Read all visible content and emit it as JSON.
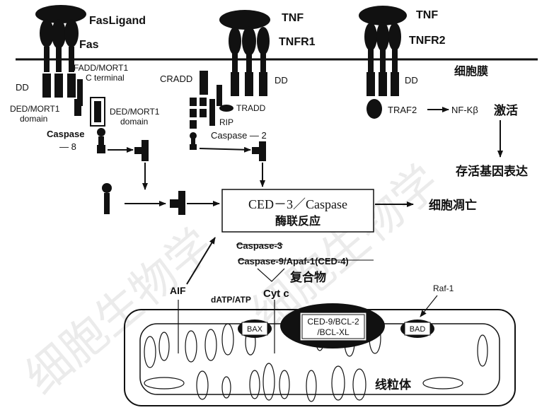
{
  "receptors": {
    "fas_ligand": "FasLigand",
    "fas": "Fas",
    "tnf_1": "TNF",
    "tnfr1": "TNFR1",
    "tnf_2": "TNF",
    "tnfr2": "TNFR2",
    "membrane": "细胞膜"
  },
  "fas_branch": {
    "dd": "DD",
    "fadd_line1": "FADD/MORT1",
    "fadd_line2": "C terminal",
    "ded_left_line1": "DED/MORT1",
    "ded_left_line2": "domain",
    "ded_mid_line1": "DED/MORT1",
    "ded_mid_line2": "domain",
    "caspase8_line1": "Caspase",
    "caspase8_line2": "— 8"
  },
  "tnfr1_branch": {
    "cradd": "CRADD",
    "dd": "DD",
    "tradd": "TRADD",
    "rip": "RIP",
    "caspase2": "Caspase — 2"
  },
  "tnfr2_branch": {
    "dd": "DD",
    "traf2": "TRAF2",
    "nfkb": "NF-Kβ",
    "activation": "激活",
    "survival": "存活基因表达"
  },
  "cascade": {
    "box_line1": "CED－3／Caspase",
    "box_line2": "酶联反应",
    "apoptosis": "细胞凋亡",
    "caspase3": "Caspase-3",
    "complex_line": "Caspase-9/Apaf-1(CED-4)",
    "complex": "复合物",
    "cytc": "Cyt c",
    "aif": "AIF",
    "datp": "dATP/ATP"
  },
  "mitochondrion": {
    "bax": "BAX",
    "ced9_line1": "CED-9/BCL-2",
    "ced9_line2": "/BCL-XL",
    "bad": "BAD",
    "raf1": "Raf-1",
    "label": "线粒体"
  },
  "watermark": {
    "text": "细胞生物学"
  }
}
